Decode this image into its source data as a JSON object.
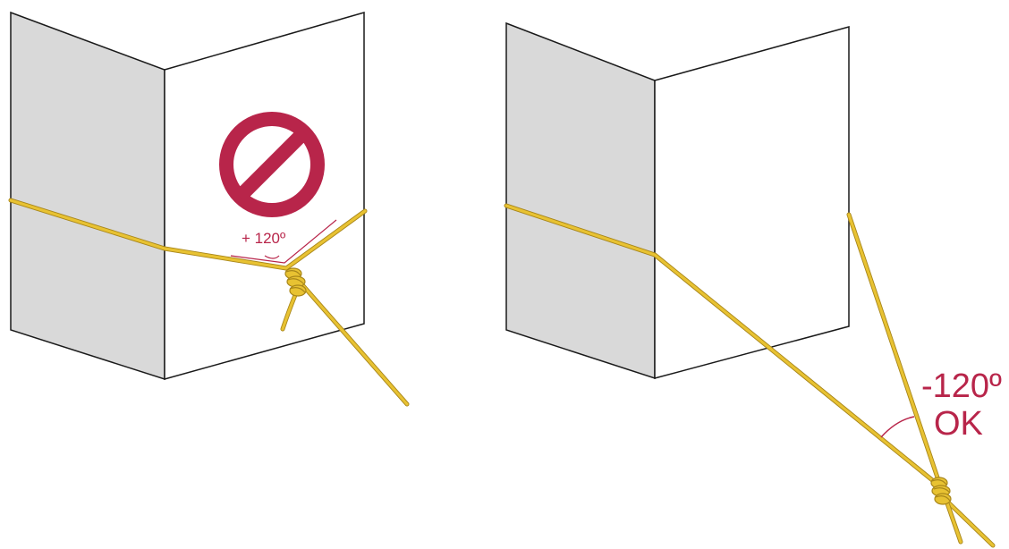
{
  "colors": {
    "background": "#ffffff",
    "panel_shaded": "#d9d9d9",
    "panel_light": "#ffffff",
    "outline": "#1a1a1a",
    "rope": "#e8c232",
    "rope_shadow": "#a8861a",
    "prohibited": "#b8254a",
    "angle_mark": "#b8254a"
  },
  "left_figure": {
    "sign": "prohibited-sign-icon",
    "angle_label": "+ 120º"
  },
  "right_figure": {
    "angle_label": "-120º",
    "status_label": "OK"
  }
}
